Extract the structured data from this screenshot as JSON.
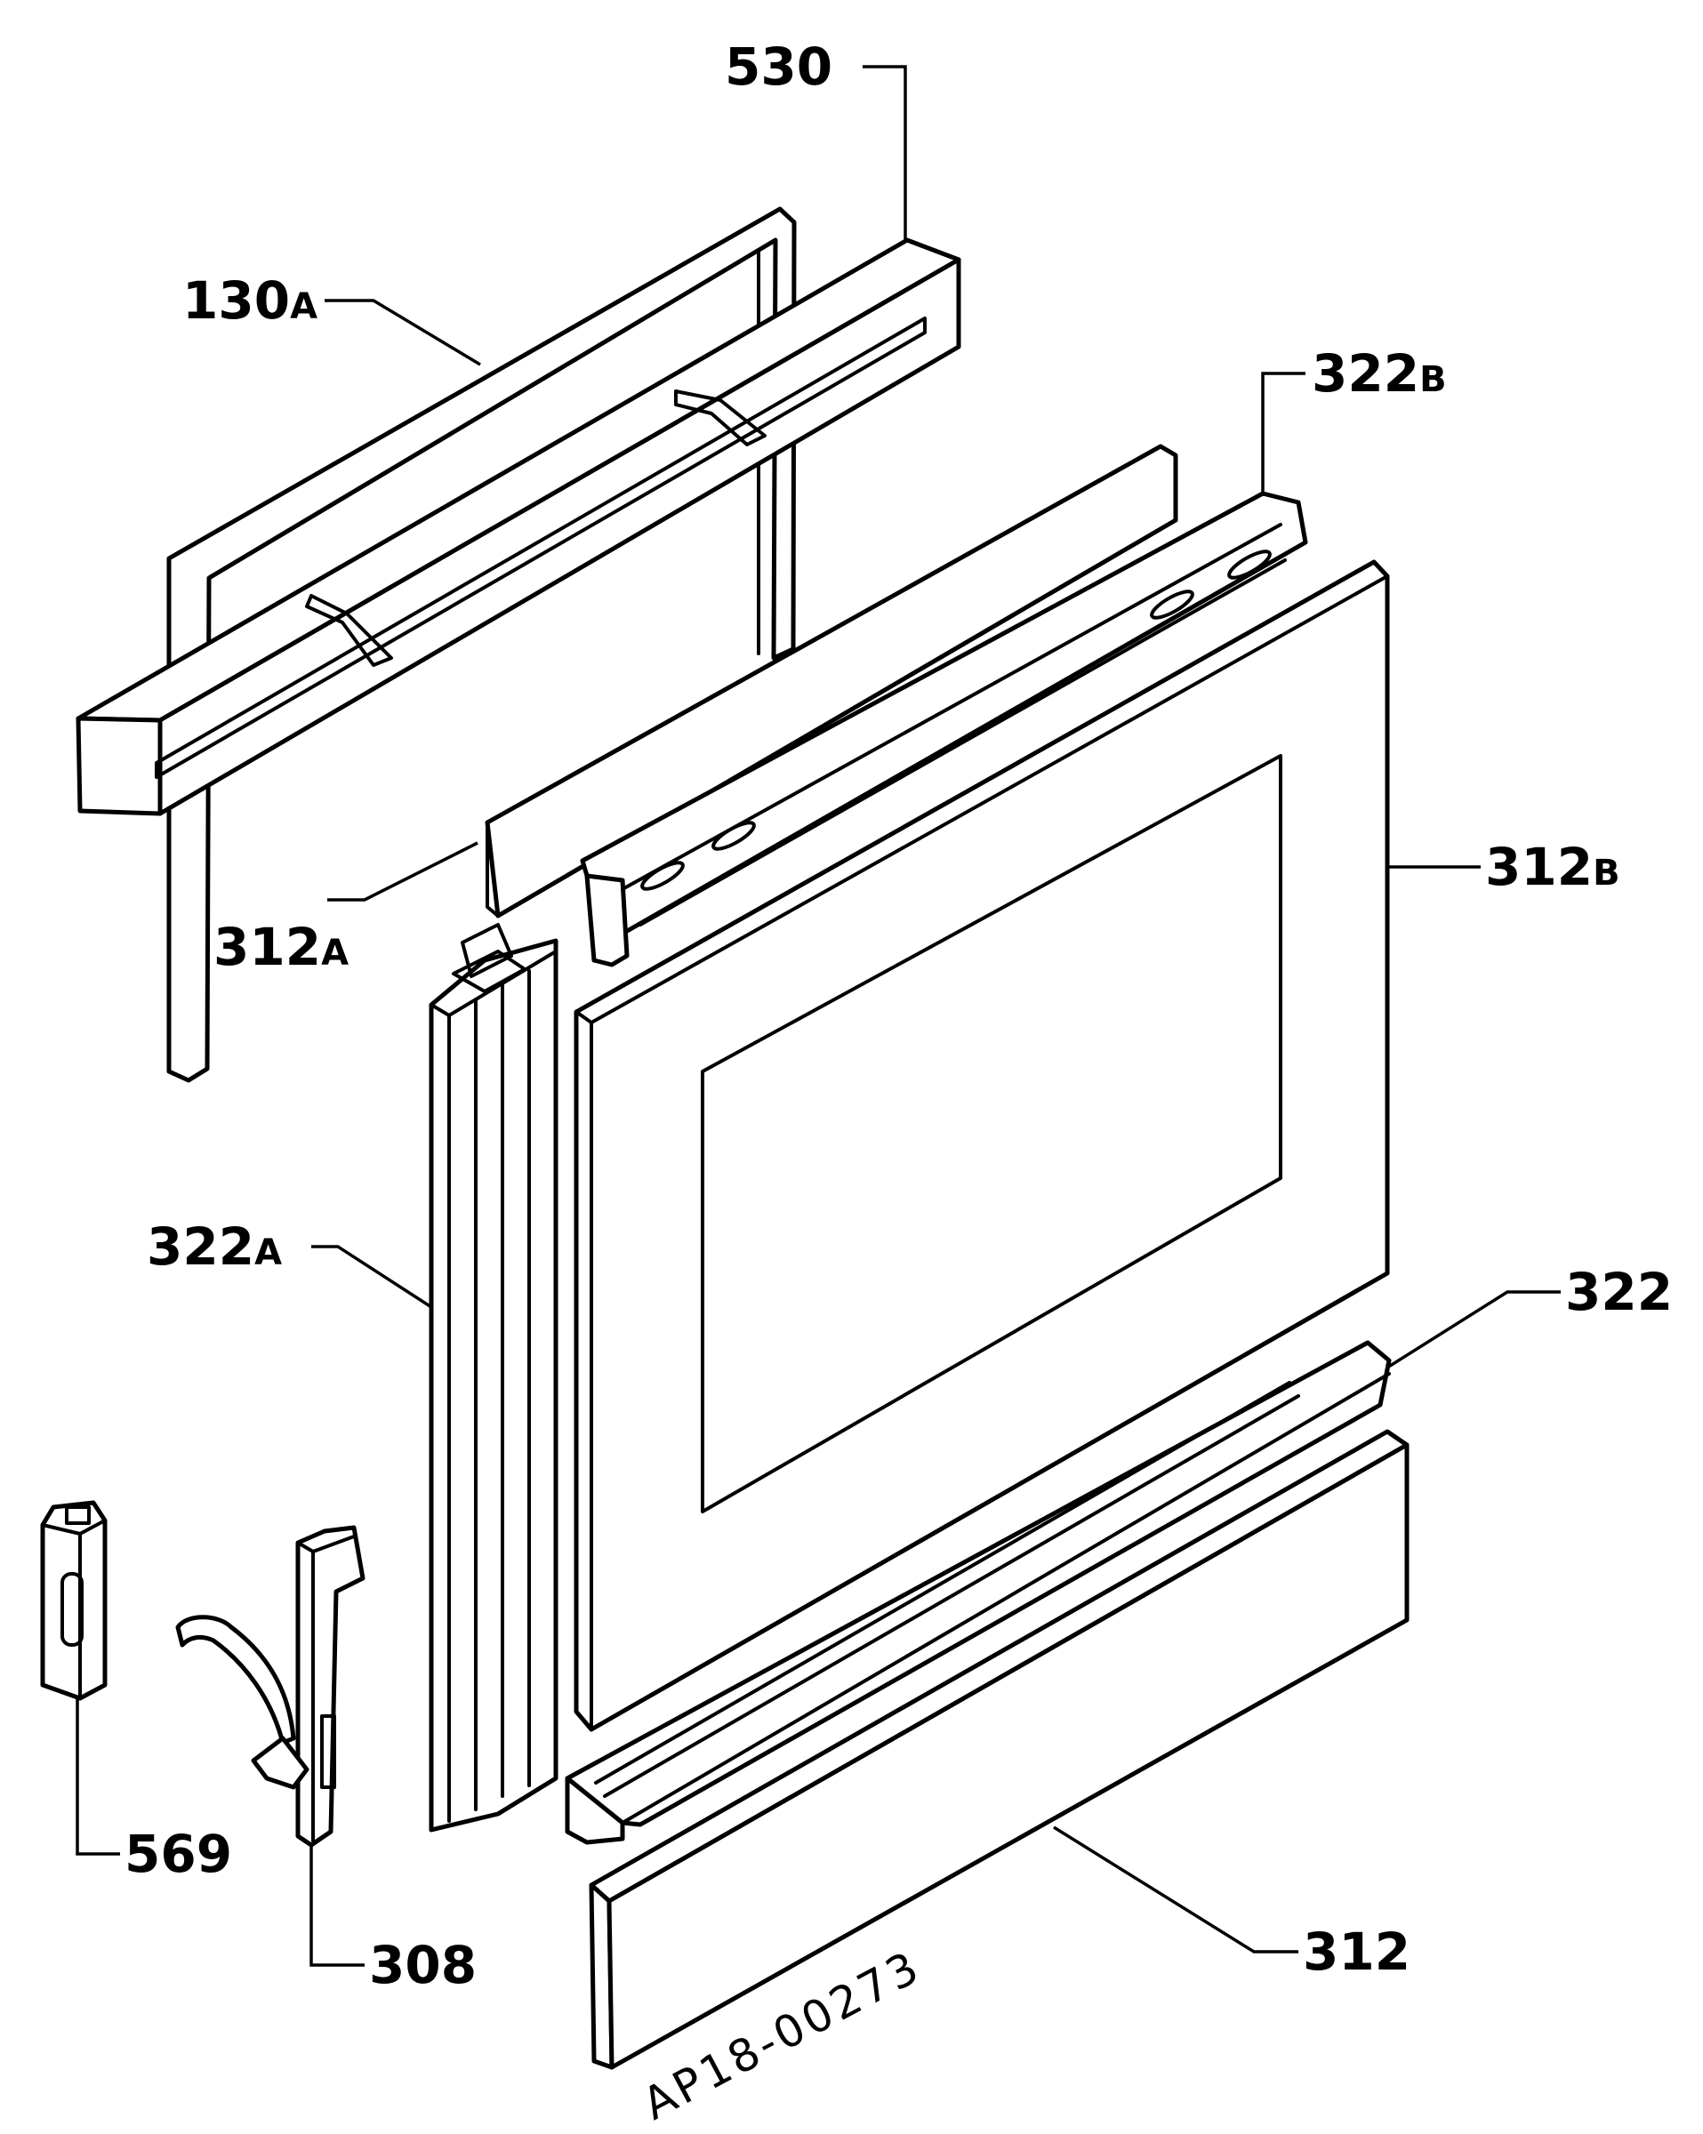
{
  "labels": {
    "p530": "530",
    "p130a_num": "130",
    "p130a_suf": "A",
    "p322b_num": "322",
    "p322b_suf": "B",
    "p312b_num": "312",
    "p312b_suf": "B",
    "p312a_num": "312",
    "p312a_suf": "A",
    "p322a_num": "322",
    "p322a_suf": "A",
    "p322": "322",
    "p569": "569",
    "p308": "308",
    "p312": "312"
  },
  "drawing_code": "AP18-00273"
}
